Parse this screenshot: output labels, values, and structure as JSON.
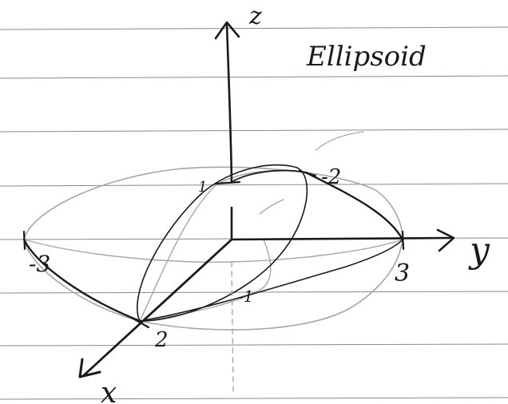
{
  "title": "Ellipsoid",
  "axes": {
    "z_label": "z",
    "y_label": "y",
    "x_label": "x"
  },
  "ticks": {
    "z_pos": "1",
    "z_neg": "-1",
    "y_pos": "3",
    "y_neg": "-3",
    "x_pos": "2",
    "x_neg": "-2"
  },
  "ink_color": "#1a1a1a",
  "paper_rule_color": "#8a8a8a"
}
